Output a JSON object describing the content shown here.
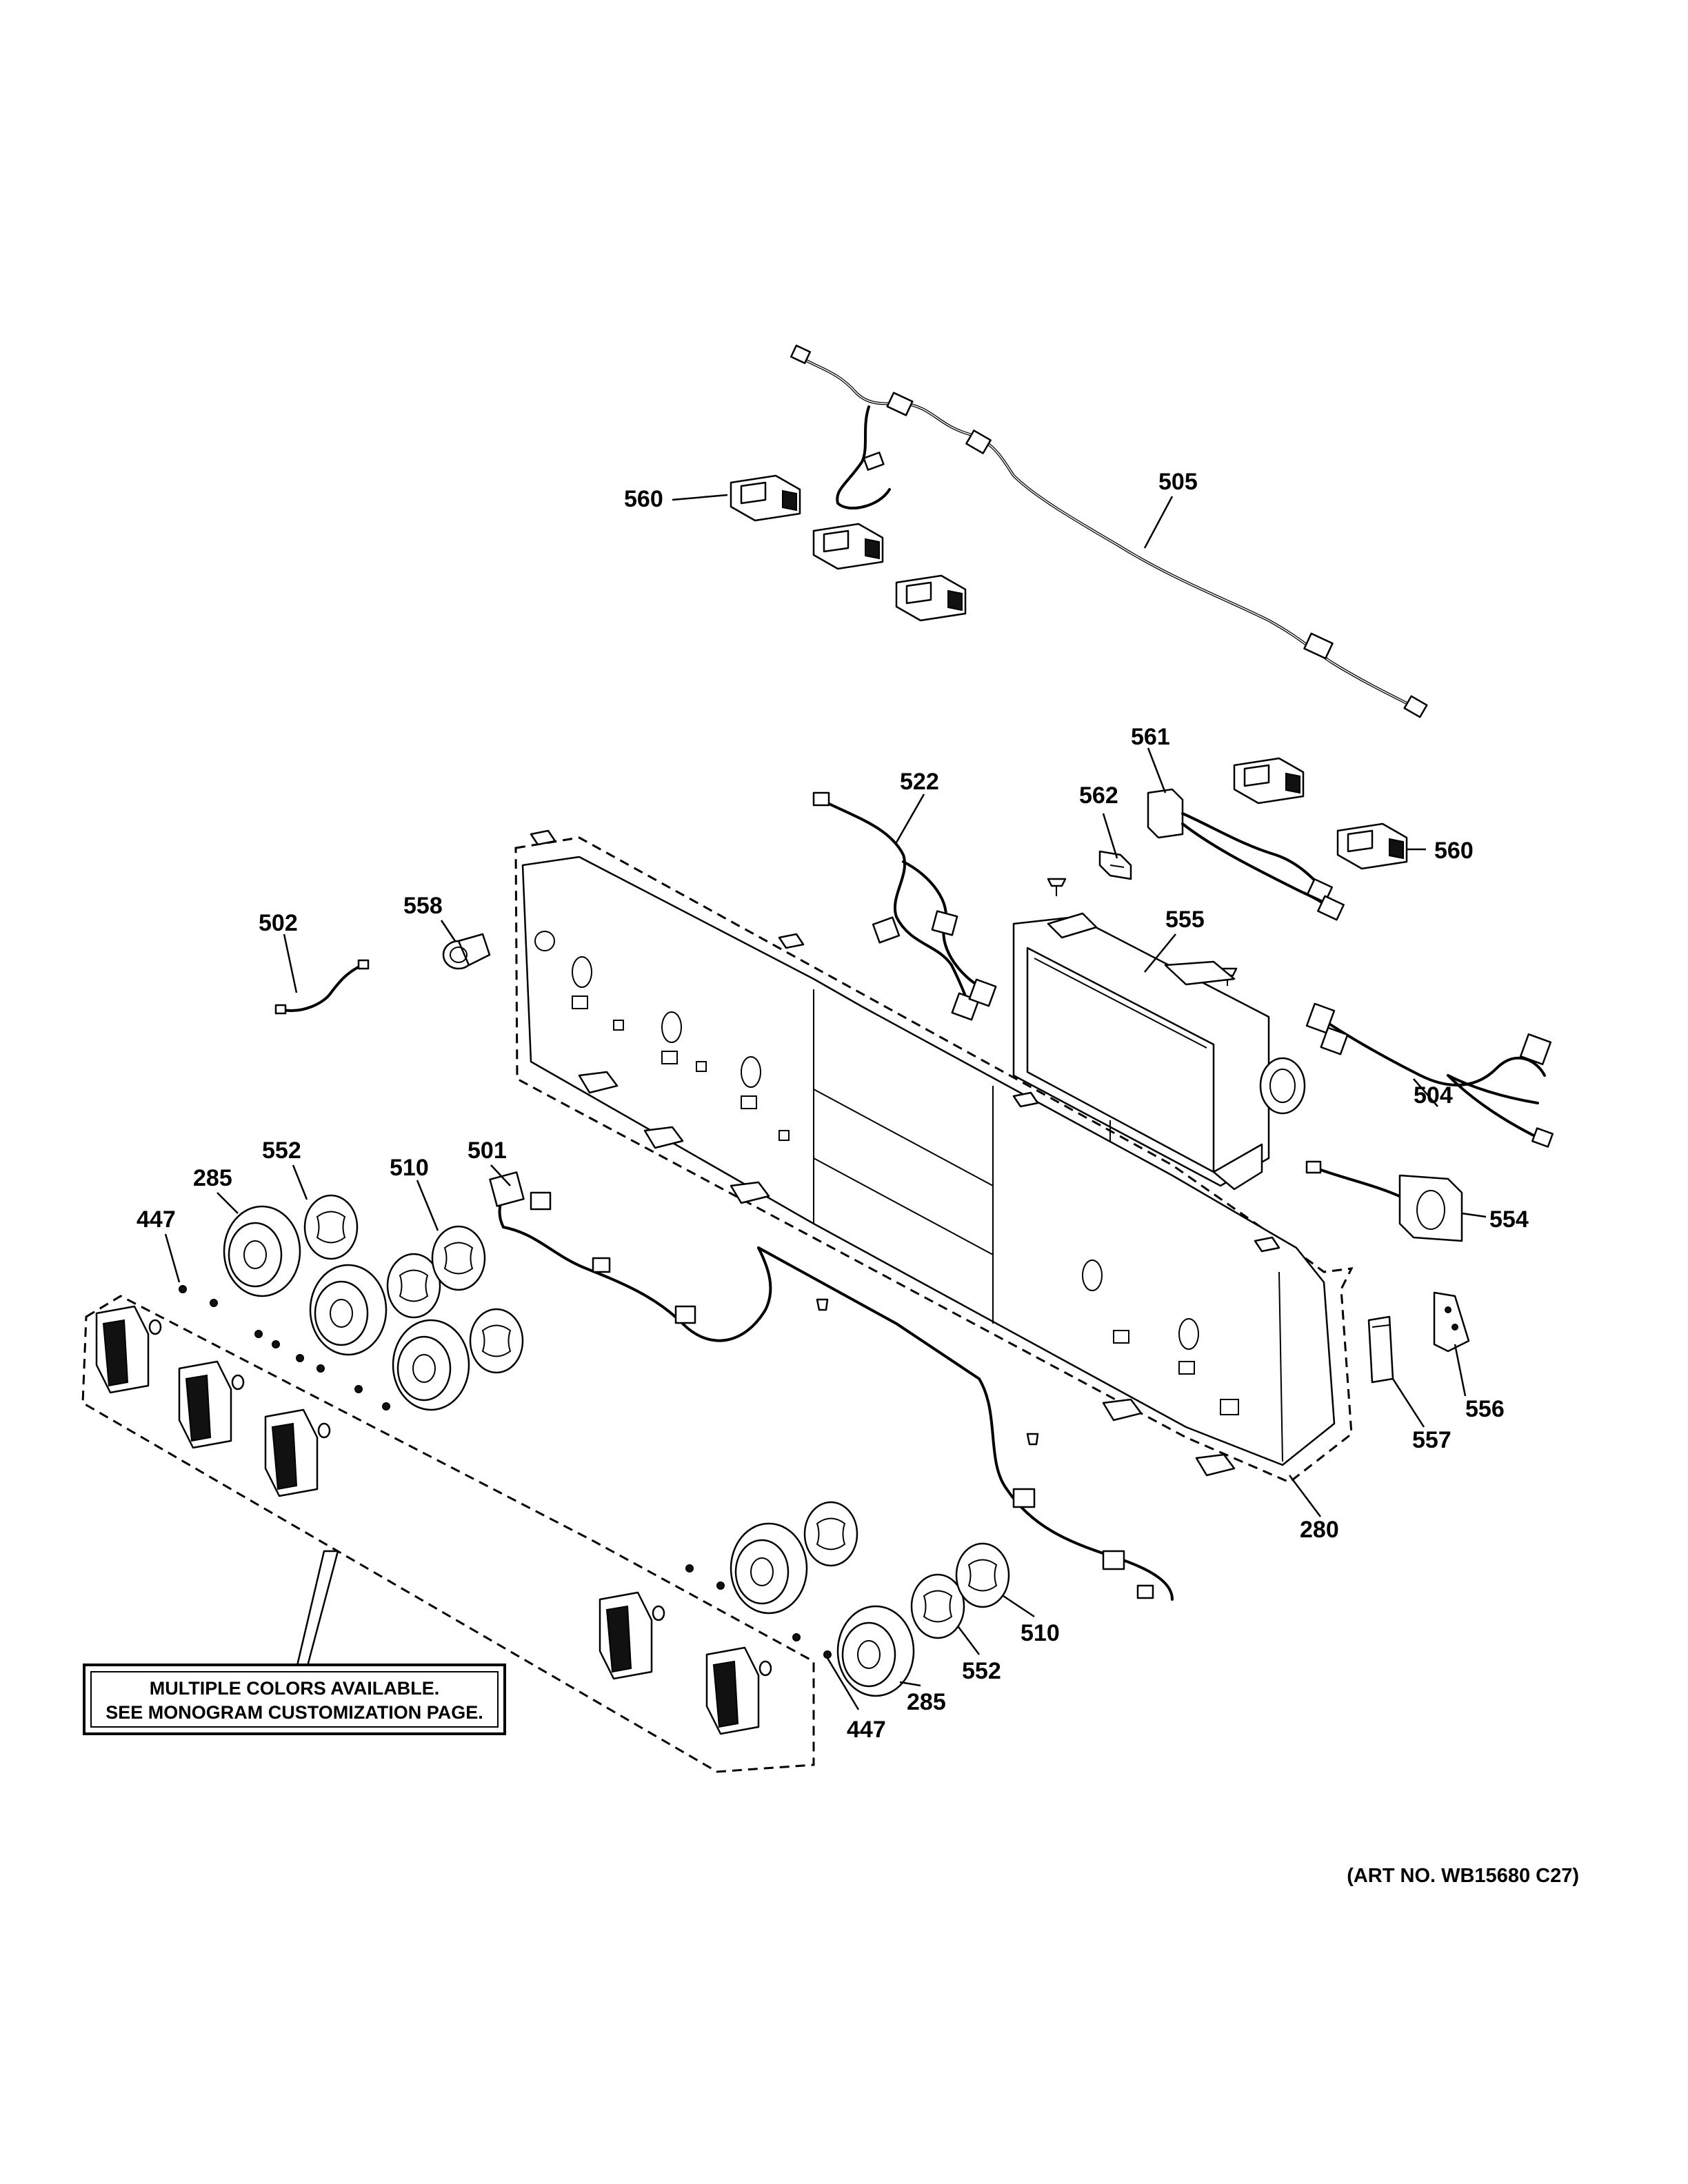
{
  "callouts": {
    "c505": "505",
    "c560a": "560",
    "c560b": "560",
    "c561": "561",
    "c522": "522",
    "c562": "562",
    "c502": "502",
    "c558": "558",
    "c555": "555",
    "c504": "504",
    "c552a": "552",
    "c285a": "285",
    "c447a": "447",
    "c510a": "510",
    "c501": "501",
    "c554": "554",
    "c556": "556",
    "c557": "557",
    "c280": "280",
    "c510b": "510",
    "c552b": "552",
    "c285b": "285",
    "c447b": "447"
  },
  "note": {
    "line1": "MULTIPLE COLORS AVAILABLE.",
    "line2": "SEE MONOGRAM CUSTOMIZATION PAGE."
  },
  "art_number": "(ART NO. WB15680 C27)"
}
